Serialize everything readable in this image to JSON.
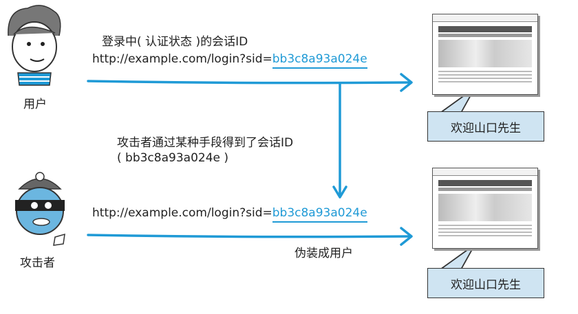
{
  "user": {
    "label": "用户",
    "annotation_line1": "登录中( 认证状态 )的会话ID",
    "url_prefix": "http://example.com/login?sid=",
    "sid": "bb3c8a93a024e"
  },
  "attacker": {
    "label": "攻击者",
    "annotation_line1": "攻击者通过某种手段得到了会话ID",
    "annotation_line2": "( bb3c8a93a024e )",
    "url_prefix": "http://example.com/login?sid=",
    "sid": "bb3c8a93a024e",
    "disguise_label": "伪装成用户"
  },
  "browser_top": {
    "greeting": "欢迎山口先生"
  },
  "browser_bottom": {
    "greeting": "欢迎山口先生"
  },
  "colors": {
    "accent": "#1f9ad6",
    "bubble": "#cfe4f2"
  }
}
